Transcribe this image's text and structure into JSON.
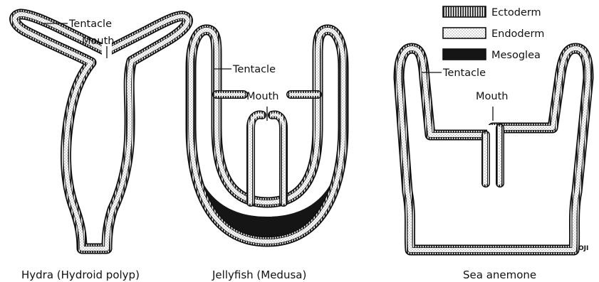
{
  "legend": {
    "ectoderm": "Ectoderm",
    "endoderm": "Endoderm",
    "mesoglea": "Mesoglea"
  },
  "hydra": {
    "caption": "Hydra (Hydroid polyp)",
    "tentacle_label": "Tentacle",
    "mouth_label": "Mouth"
  },
  "jellyfish": {
    "caption": "Jellyfish (Medusa)",
    "tentacle_label": "Tentacle",
    "mouth_label": "Mouth"
  },
  "anemone": {
    "caption": "Sea anemone",
    "tentacle_label": "Tentacle",
    "mouth_label": "Mouth"
  },
  "signature": "OJI",
  "colors": {
    "ink": "#111111",
    "paper": "#ffffff",
    "endoderm_dot": "#444444",
    "mesoglea": "#151515"
  }
}
